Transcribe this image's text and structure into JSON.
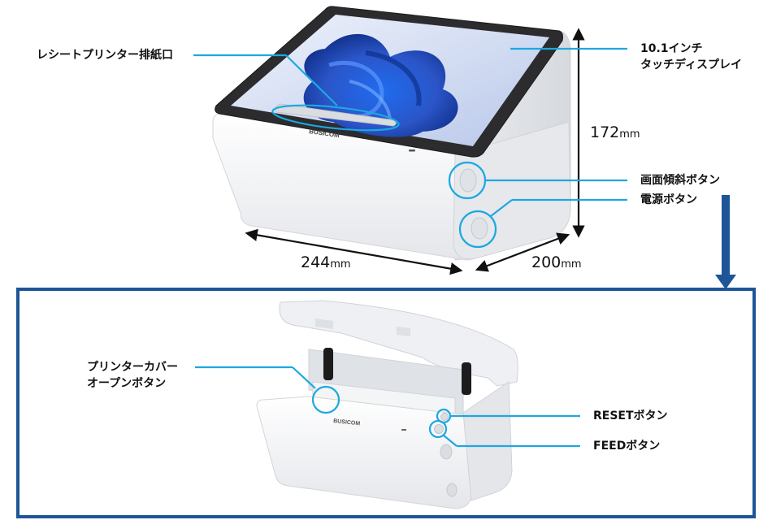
{
  "colors": {
    "callout": "#1da8e0",
    "frame": "#1e5597",
    "dimension_arrow": "#111111",
    "device_body": "#f1f2f4",
    "screen": "#2a5fd0"
  },
  "brand": "BUSICOM",
  "top_view": {
    "callouts": {
      "receipt_outlet": "レシートプリンター排紙口",
      "display_line1": "10.1インチ",
      "display_line2": "タッチディスプレイ",
      "tilt_button": "画面傾斜ボタン",
      "power_button": "電源ボタン"
    },
    "dimensions": {
      "height_value": "172",
      "width_value": "244",
      "depth_value": "200",
      "unit": "mm"
    }
  },
  "bottom_view": {
    "callouts": {
      "cover_open_line1": "プリンターカバー",
      "cover_open_line2": "オープンボタン",
      "reset_button": "RESETボタン",
      "feed_button": "FEEDボタン"
    }
  }
}
